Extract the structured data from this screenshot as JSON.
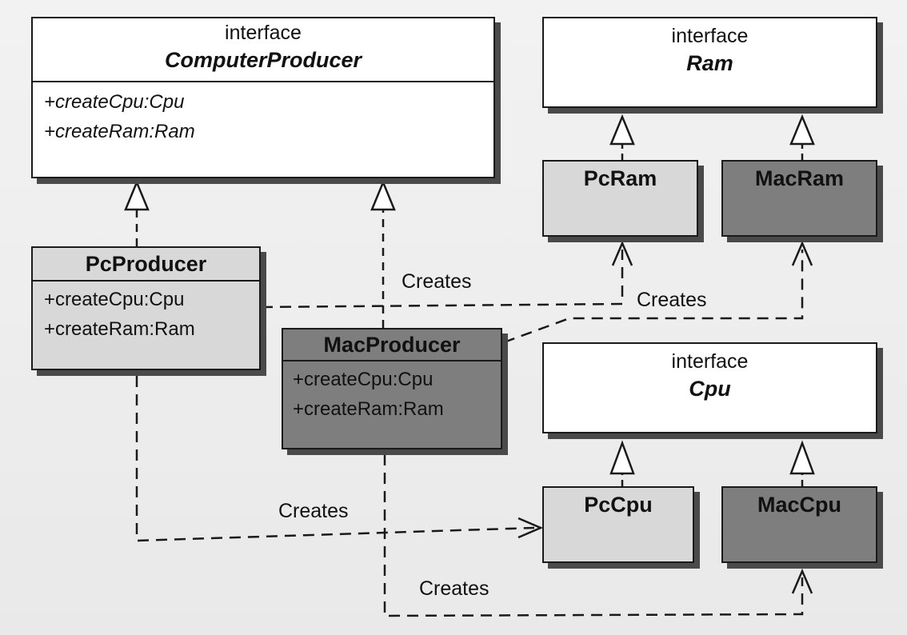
{
  "stereotype": "interface",
  "classes": {
    "computer_producer": {
      "stereotype": "interface",
      "name": "ComputerProducer",
      "ops": [
        "+createCpu:Cpu",
        "+createRam:Ram"
      ]
    },
    "ram": {
      "stereotype": "interface",
      "name": "Ram"
    },
    "cpu": {
      "stereotype": "interface",
      "name": "Cpu"
    },
    "pc_ram": {
      "name": "PcRam"
    },
    "mac_ram": {
      "name": "MacRam"
    },
    "pc_cpu": {
      "name": "PcCpu"
    },
    "mac_cpu": {
      "name": "MacCpu"
    },
    "pc_producer": {
      "name": "PcProducer",
      "ops": [
        "+createCpu:Cpu",
        "+createRam:Ram"
      ]
    },
    "mac_producer": {
      "name": "MacProducer",
      "ops": [
        "+createCpu:Cpu",
        "+createRam:Ram"
      ]
    }
  },
  "relations": {
    "pc_creates_ram": "Creates",
    "mac_creates_ram": "Creates",
    "pc_creates_cpu": "Creates",
    "mac_creates_cpu": "Creates"
  },
  "colors": {
    "interface_fill": "#ffffff",
    "pc_fill": "#d8d8d8",
    "mac_fill": "#7e7e7e",
    "line": "#1a1a1a"
  }
}
